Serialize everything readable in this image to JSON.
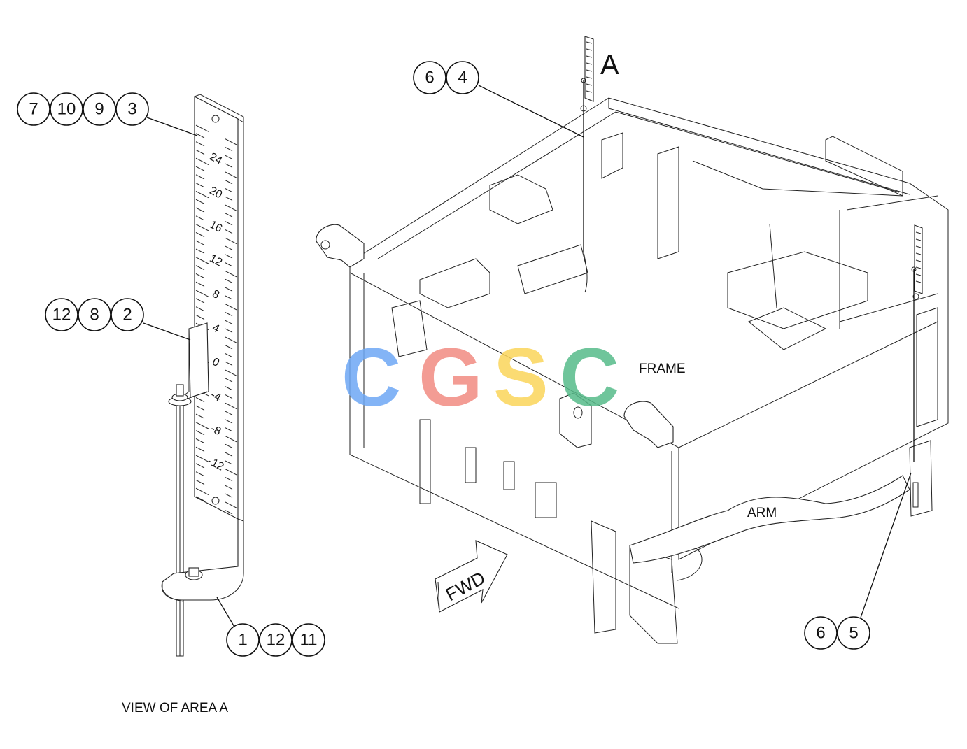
{
  "view_caption": "VIEW OF AREA A",
  "area_marker": "A",
  "labels": {
    "frame": "FRAME",
    "arm": "ARM",
    "fwd": "FWD"
  },
  "scale_ticks": [
    "24",
    "20",
    "16",
    "12",
    "8",
    "4",
    "0",
    "-4",
    "-8",
    "-12"
  ],
  "callouts": {
    "ruler": [
      "7",
      "10",
      "9",
      "3"
    ],
    "bracket": [
      "12",
      "8",
      "2"
    ],
    "base": [
      "1",
      "12",
      "11"
    ],
    "rod_top": [
      "6",
      "4"
    ],
    "rod_bottom": [
      "6",
      "5"
    ]
  },
  "watermark": {
    "text": "CGSC",
    "letters": [
      {
        "char": "C",
        "color": "#6ea8f5"
      },
      {
        "char": "G",
        "color": "#f28b82"
      },
      {
        "char": "S",
        "color": "#fbd55a"
      },
      {
        "char": "C",
        "color": "#57bb8a"
      }
    ]
  }
}
